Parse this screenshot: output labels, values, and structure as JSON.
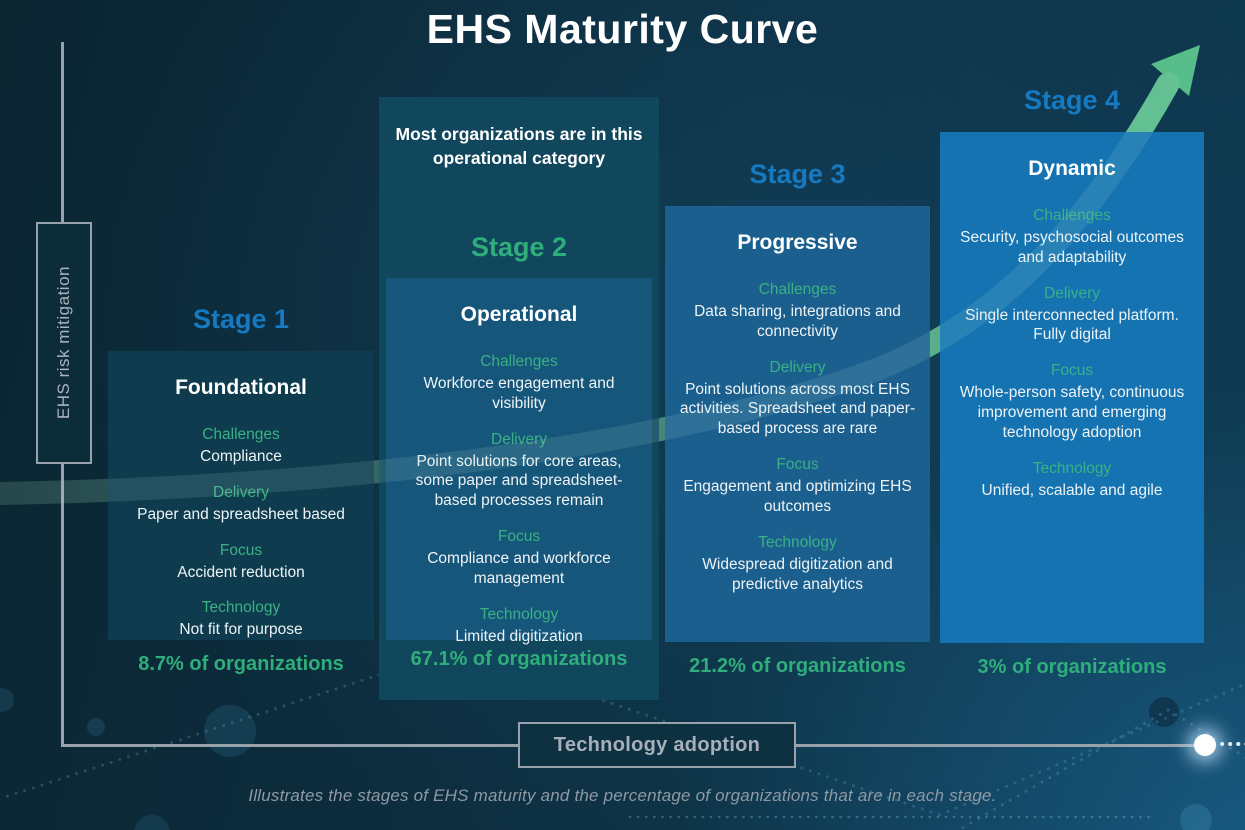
{
  "title": "EHS Maturity Curve",
  "axes": {
    "y_label": "EHS risk mitigation",
    "x_label": "Technology adoption"
  },
  "stage2_callout": "Most organizations are in this operational category",
  "stages": [
    {
      "label": "Stage 1",
      "name": "Foundational",
      "percent": "8.7% of organizations",
      "sections": [
        {
          "label": "Challenges",
          "value": "Compliance"
        },
        {
          "label": "Delivery",
          "value": "Paper and spreadsheet based"
        },
        {
          "label": "Focus",
          "value": "Accident reduction"
        },
        {
          "label": "Technology",
          "value": "Not fit for purpose"
        }
      ]
    },
    {
      "label": "Stage 2",
      "name": "Operational",
      "percent": "67.1% of organizations",
      "sections": [
        {
          "label": "Challenges",
          "value": "Workforce engagement and visibility"
        },
        {
          "label": "Delivery",
          "value": "Point solutions for core areas, some paper and spreadsheet-based processes remain"
        },
        {
          "label": "Focus",
          "value": "Compliance and workforce management"
        },
        {
          "label": "Technology",
          "value": "Limited digitization"
        }
      ]
    },
    {
      "label": "Stage 3",
      "name": "Progressive",
      "percent": "21.2% of organizations",
      "sections": [
        {
          "label": "Challenges",
          "value": "Data sharing, integrations and connectivity"
        },
        {
          "label": "Delivery",
          "value": "Point solutions across most EHS activities. Spreadsheet and paper-based process are rare"
        },
        {
          "label": "Focus",
          "value": "Engagement and optimizing EHS outcomes"
        },
        {
          "label": "Technology",
          "value": "Widespread digitization and predictive analytics"
        }
      ]
    },
    {
      "label": "Stage 4",
      "name": "Dynamic",
      "percent": "3% of organizations",
      "sections": [
        {
          "label": "Challenges",
          "value": "Security, psychosocial outcomes and adaptability"
        },
        {
          "label": "Delivery",
          "value": "Single interconnected platform. Fully digital"
        },
        {
          "label": "Focus",
          "value": "Whole-person safety, continuous improvement and emerging technology adoption"
        },
        {
          "label": "Technology",
          "value": "Unified, scalable and agile"
        }
      ]
    }
  ],
  "caption": "Illustrates the stages of EHS maturity and the percentage of organizations that are in each stage.",
  "colors": {
    "background_dark": "#0c2733",
    "stage1_card": "#0e3c4e",
    "stage2_panel": "#11475c",
    "stage2_card": "#16567a",
    "stage3_card": "#1a5f8e",
    "stage4_card": "#1473b0",
    "stage_heading_blue": "#1779c0",
    "accent_green": "#2fae7c",
    "label_green": "#3ab185",
    "arrow_green": "#57bd8a",
    "axis_gray": "#98a2ac",
    "text_white": "#ffffff"
  }
}
